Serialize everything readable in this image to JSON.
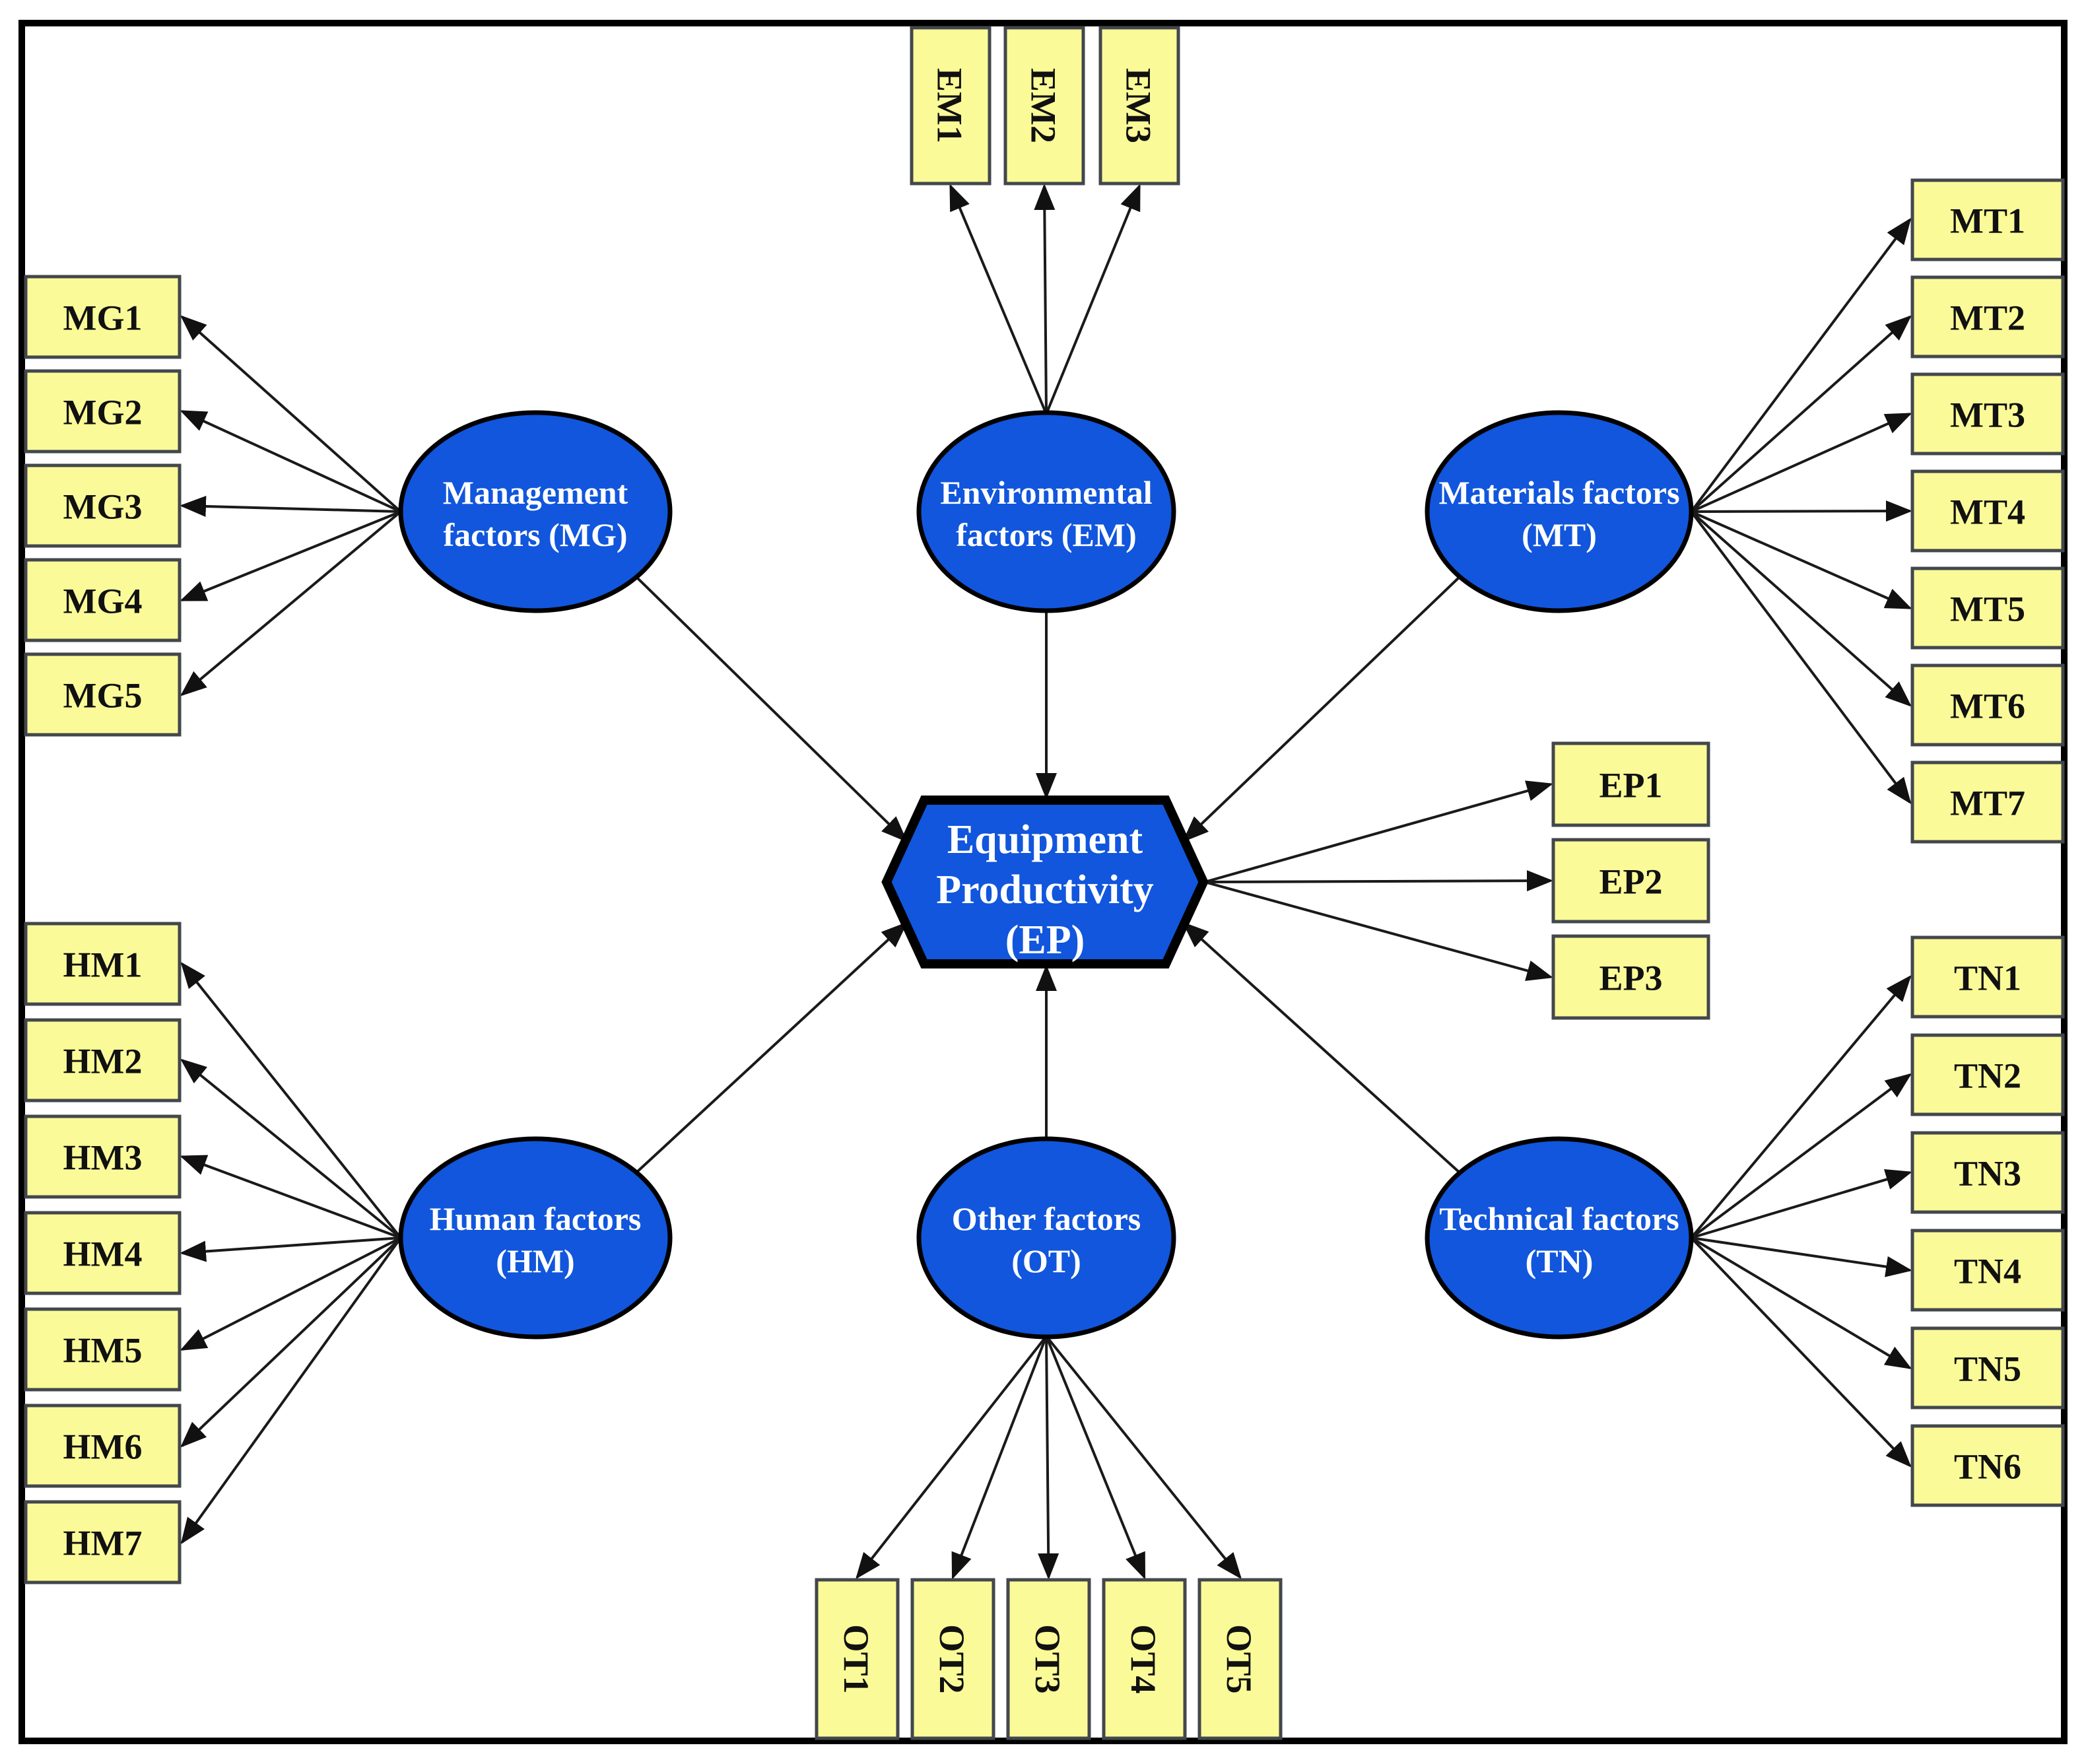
{
  "diagram": {
    "colors": {
      "node_fill": "#1156DC",
      "node_text": "#ffffff",
      "indicator_fill": "#FAFA98",
      "indicator_border": "#43474C",
      "indicator_text": "#111111",
      "arrow": "#1a1a1a",
      "frame": "#000000"
    },
    "center": {
      "line1": "Equipment",
      "line2": "Productivity",
      "line3": "(EP)",
      "indicators": [
        "EP1",
        "EP2",
        "EP3"
      ]
    },
    "factors": {
      "mg": {
        "line1": "Management",
        "line2": "factors (MG)",
        "indicators": [
          "MG1",
          "MG2",
          "MG3",
          "MG4",
          "MG5"
        ]
      },
      "em": {
        "line1": "Environmental",
        "line2": "factors (EM)",
        "indicators": [
          "EM1",
          "EM2",
          "EM3"
        ]
      },
      "mt": {
        "line1": "Materials factors",
        "line2": "(MT)",
        "indicators": [
          "MT1",
          "MT2",
          "MT3",
          "MT4",
          "MT5",
          "MT6",
          "MT7"
        ]
      },
      "hm": {
        "line1": "Human factors",
        "line2": "(HM)",
        "indicators": [
          "HM1",
          "HM2",
          "HM3",
          "HM4",
          "HM5",
          "HM6",
          "HM7"
        ]
      },
      "ot": {
        "line1": "Other factors",
        "line2": "(OT)",
        "indicators": [
          "OT1",
          "OT2",
          "OT3",
          "OT4",
          "OT5"
        ]
      },
      "tn": {
        "line1": "Technical factors",
        "line2": "(TN)",
        "indicators": [
          "TN1",
          "TN2",
          "TN3",
          "TN4",
          "TN5",
          "TN6"
        ]
      }
    }
  }
}
